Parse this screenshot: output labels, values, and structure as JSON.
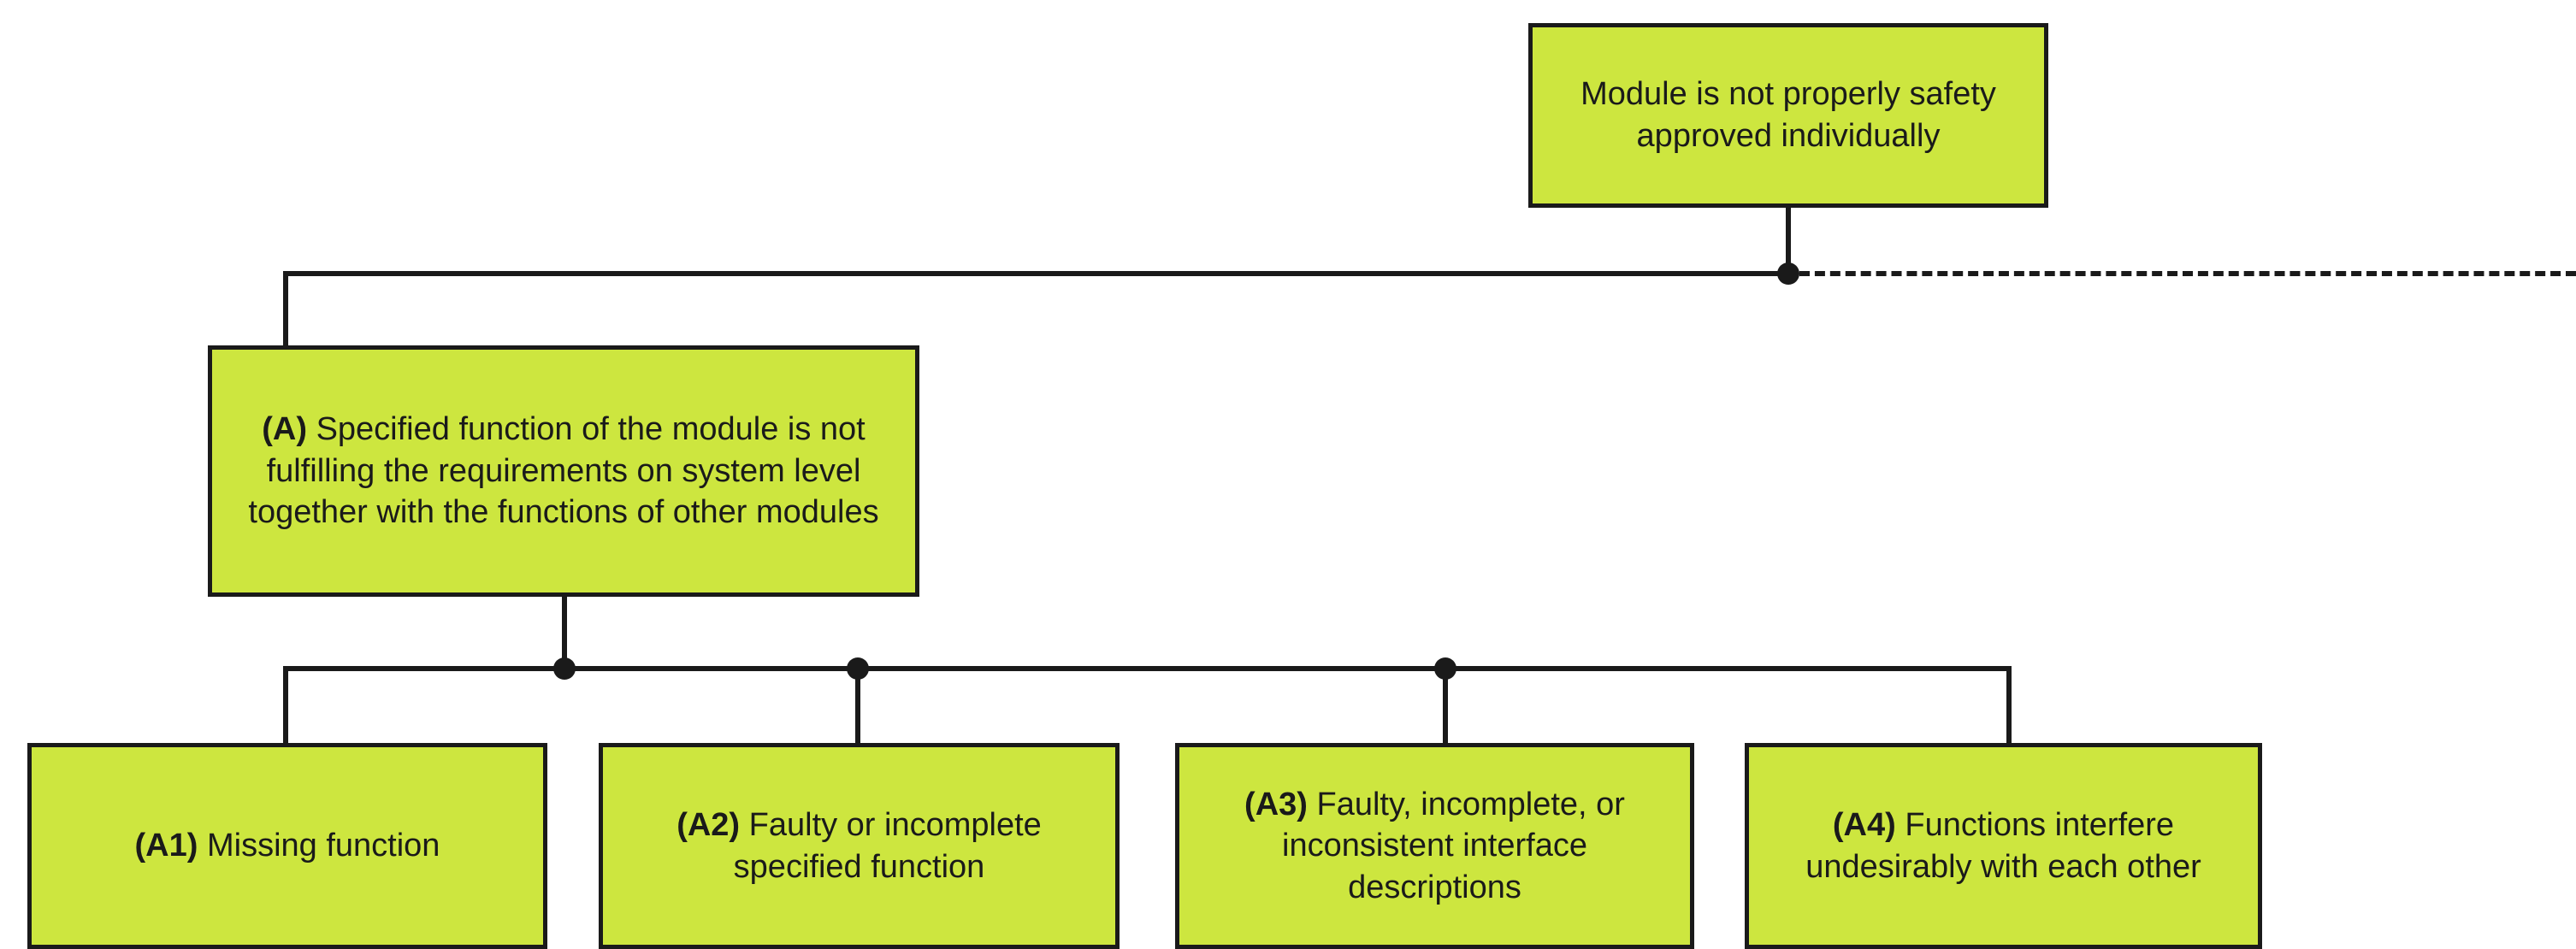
{
  "diagram": {
    "title": "Fault tree branch A - module safety approval",
    "colors": {
      "node_fill": "#cde63f",
      "node_border": "#1a1a1a",
      "edge": "#1a1a1a",
      "background": "#ffffff",
      "text": "#1a1a1a"
    },
    "nodes": {
      "root": {
        "id": "root",
        "label": "Module is not properly safety approved individually",
        "tag": "",
        "text": "Module is not properly safety approved individually"
      },
      "a": {
        "id": "A",
        "tag": "(A)",
        "text": "Specified function of the module is not fulfilling the requirements on system level together with the functions of other modules",
        "label": "(A) Specified function of the module is not fulfilling the requirements on system level together with the functions of other modules"
      },
      "a1": {
        "id": "A1",
        "tag": "(A1)",
        "text": "Missing function",
        "label": "(A1) Missing function"
      },
      "a2": {
        "id": "A2",
        "tag": "(A2)",
        "text": "Faulty or incomplete specified function",
        "label": "(A2) Faulty or incomplete specified function"
      },
      "a3": {
        "id": "A3",
        "tag": "(A3)",
        "text": "Faulty, incomplete, or inconsistent interface descriptions",
        "label": "(A3) Faulty, incomplete, or inconsistent interface descriptions"
      },
      "a4": {
        "id": "A4",
        "tag": "(A4)",
        "text": "Functions interfere undesirably with each other",
        "label": "(A4) Functions interfere undesirably with each other"
      }
    },
    "connectors": {
      "root_to_a": "solid",
      "a_to_children": "solid",
      "continuation": "dashed"
    }
  }
}
